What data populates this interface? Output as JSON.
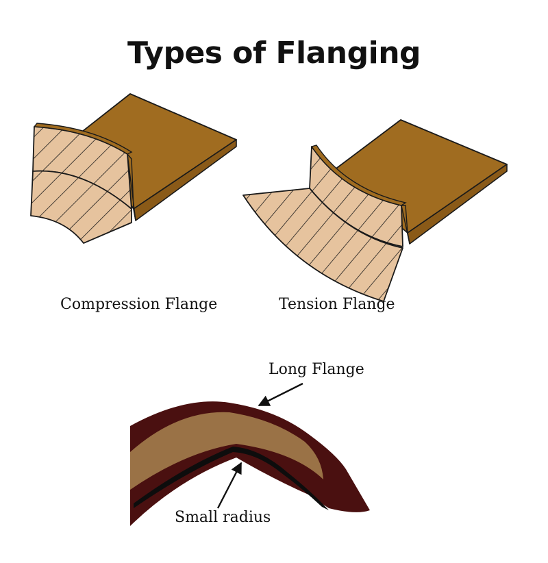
{
  "title": "Types of Flanging",
  "labels": {
    "compression": "Compression Flange",
    "tension": "Tension Flange",
    "long_flange": "Long Flange",
    "small_radius": "Small radius"
  },
  "colors": {
    "sheet_top": "#A06C20",
    "sheet_edge": "#8A5A18",
    "flange_fill": "#E6C39E",
    "outline": "#1a1a1a",
    "bend_dark": "#4A1010",
    "bend_light": "#9A7246",
    "bend_inner": "#0d0d0d"
  }
}
